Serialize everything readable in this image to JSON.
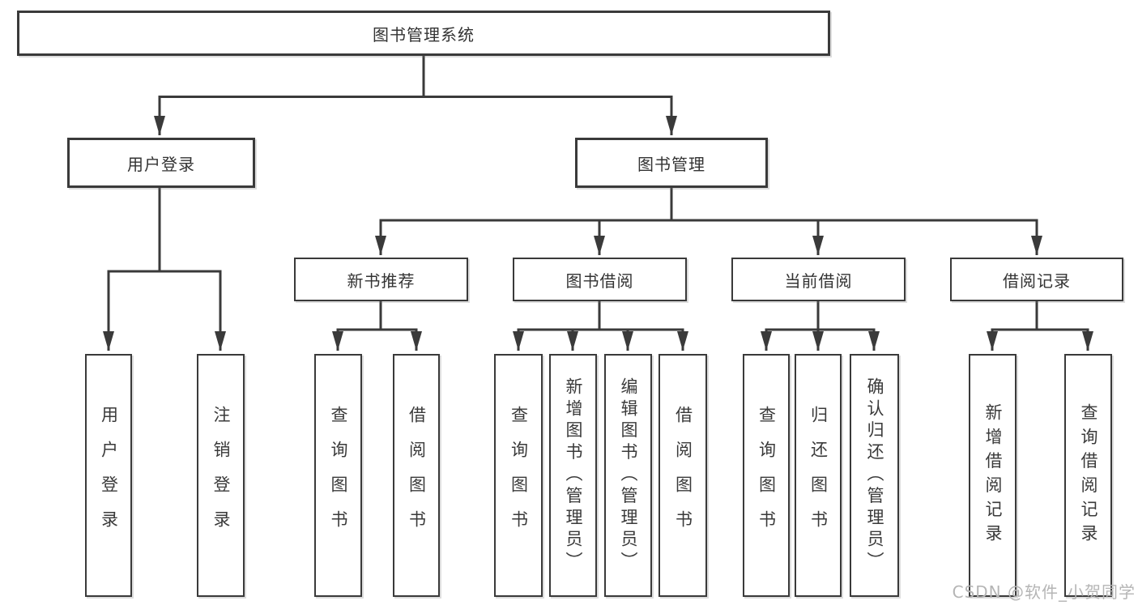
{
  "diagram": {
    "type": "hierarchy-tree",
    "root": "图书管理系统",
    "l2": [
      "用户登录",
      "图书管理"
    ],
    "l3": [
      "新书推荐",
      "图书借阅",
      "当前借阅",
      "借阅记录"
    ],
    "leaves_user": [
      "用户登录",
      "注销登录"
    ],
    "leaves_newbook": [
      "查询图书",
      "借阅图书"
    ],
    "leaves_borrow": [
      "查询图书",
      "新增图书（管理员）",
      "编辑图书（管理员）",
      "借阅图书"
    ],
    "leaves_current": [
      "查询图书",
      "归还图书",
      "确认归还（管理员）"
    ],
    "leaves_record": [
      "新增借阅记录",
      "查询借阅记录"
    ]
  },
  "watermark": "CSDN @软件_小贺同学",
  "colors": {
    "line": "#3a3a3a",
    "box_border": "#3a3a3a",
    "text": "#333333",
    "watermark": "#b5b5b5",
    "background": "#ffffff"
  }
}
